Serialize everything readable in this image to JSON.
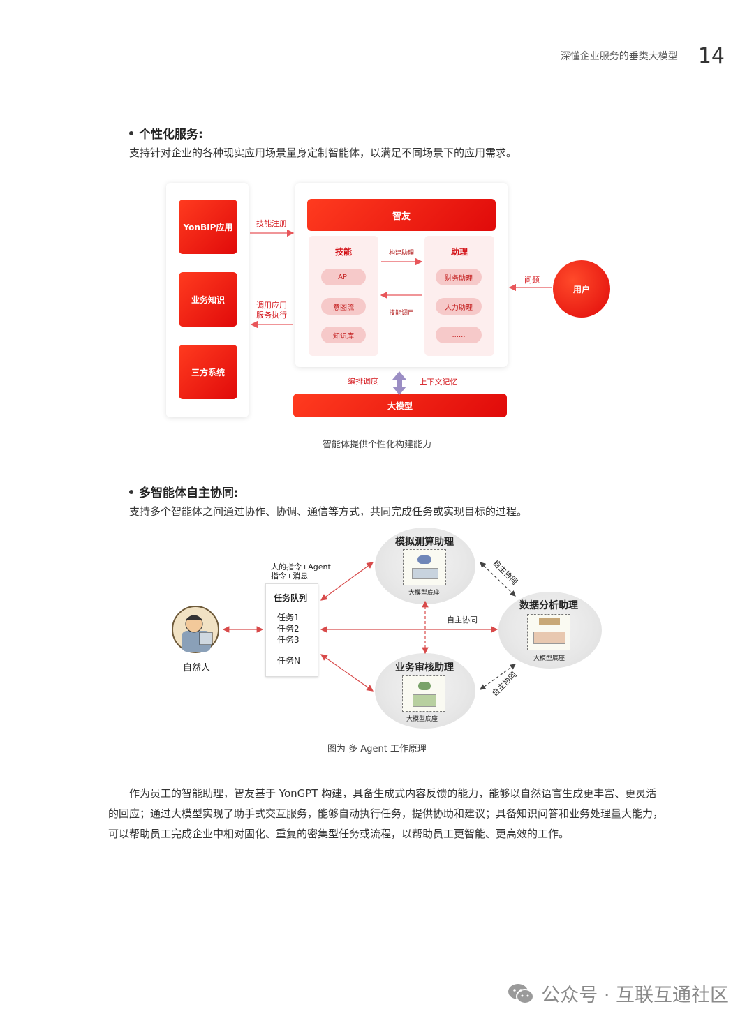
{
  "header": {
    "title": "深懂企业服务的垂类大模型",
    "page_number": "14"
  },
  "section1": {
    "heading": "个性化服务:",
    "description": "支持针对企业的各种现实应用场景量身定制智能体，以满足不同场景下的应用需求。"
  },
  "diagram1": {
    "left_boxes": [
      "YonBIP应用",
      "业务知识",
      "三方系统"
    ],
    "arrow_register": "技能注册",
    "arrow_invoke_line1": "调用应用",
    "arrow_invoke_line2": "服务执行",
    "top_bar": "智友",
    "skills_title": "技能",
    "skills": [
      "API",
      "意图流",
      "知识库"
    ],
    "assist_title": "助理",
    "assists": [
      "财务助理",
      "人力助理",
      "......"
    ],
    "arrow_build": "构建助理",
    "arrow_skill_call": "技能调用",
    "arrow_question": "问题",
    "user": "用户",
    "orchestration": "编排调度",
    "context_memory": "上下文记忆",
    "bottom_bar": "大模型",
    "caption": "智能体提供个性化构建能力"
  },
  "section2": {
    "heading": "多智能体自主协同:",
    "description": "支持多个智能体之间通过协作、协调、通信等方式，共同完成任务或实现目标的过程。"
  },
  "diagram2": {
    "person_label": "自然人",
    "instruction_line1": "人的指令+Agent",
    "instruction_line2": "指令+消息",
    "queue_title": "任务队列",
    "tasks": [
      "任务1",
      "任务2",
      "任务3",
      "任务N"
    ],
    "agent_top": "模拟测算助理",
    "agent_top_sub": "大模型底座",
    "agent_right": "数据分析助理",
    "agent_right_sub": "大模型底座",
    "agent_bottom": "业务审核助理",
    "agent_bottom_sub": "大模型底座",
    "center_label": "自主协同",
    "diag_label_top": "自主协同",
    "diag_label_bottom": "自主协同",
    "caption": "图为 多 Agent 工作原理"
  },
  "body_paragraph": "作为员工的智能助理，智友基于 YonGPT 构建，具备生成式内容反馈的能力，能够以自然语言生成更丰富、更灵活的回应；通过大模型实现了助手式交互服务，能够自动执行任务，提供协助和建议；具备知识问答和业务处理量大能力，可以帮助员工完成企业中相对固化、重复的密集型任务或流程，以帮助员工更智能、更高效的工作。",
  "watermark": {
    "text": "公众号 · 互联互通社区"
  },
  "colors": {
    "accent_red": "#e00a0a",
    "light_pink": "#fdeeee",
    "pill_pink": "#f6c9c9"
  }
}
